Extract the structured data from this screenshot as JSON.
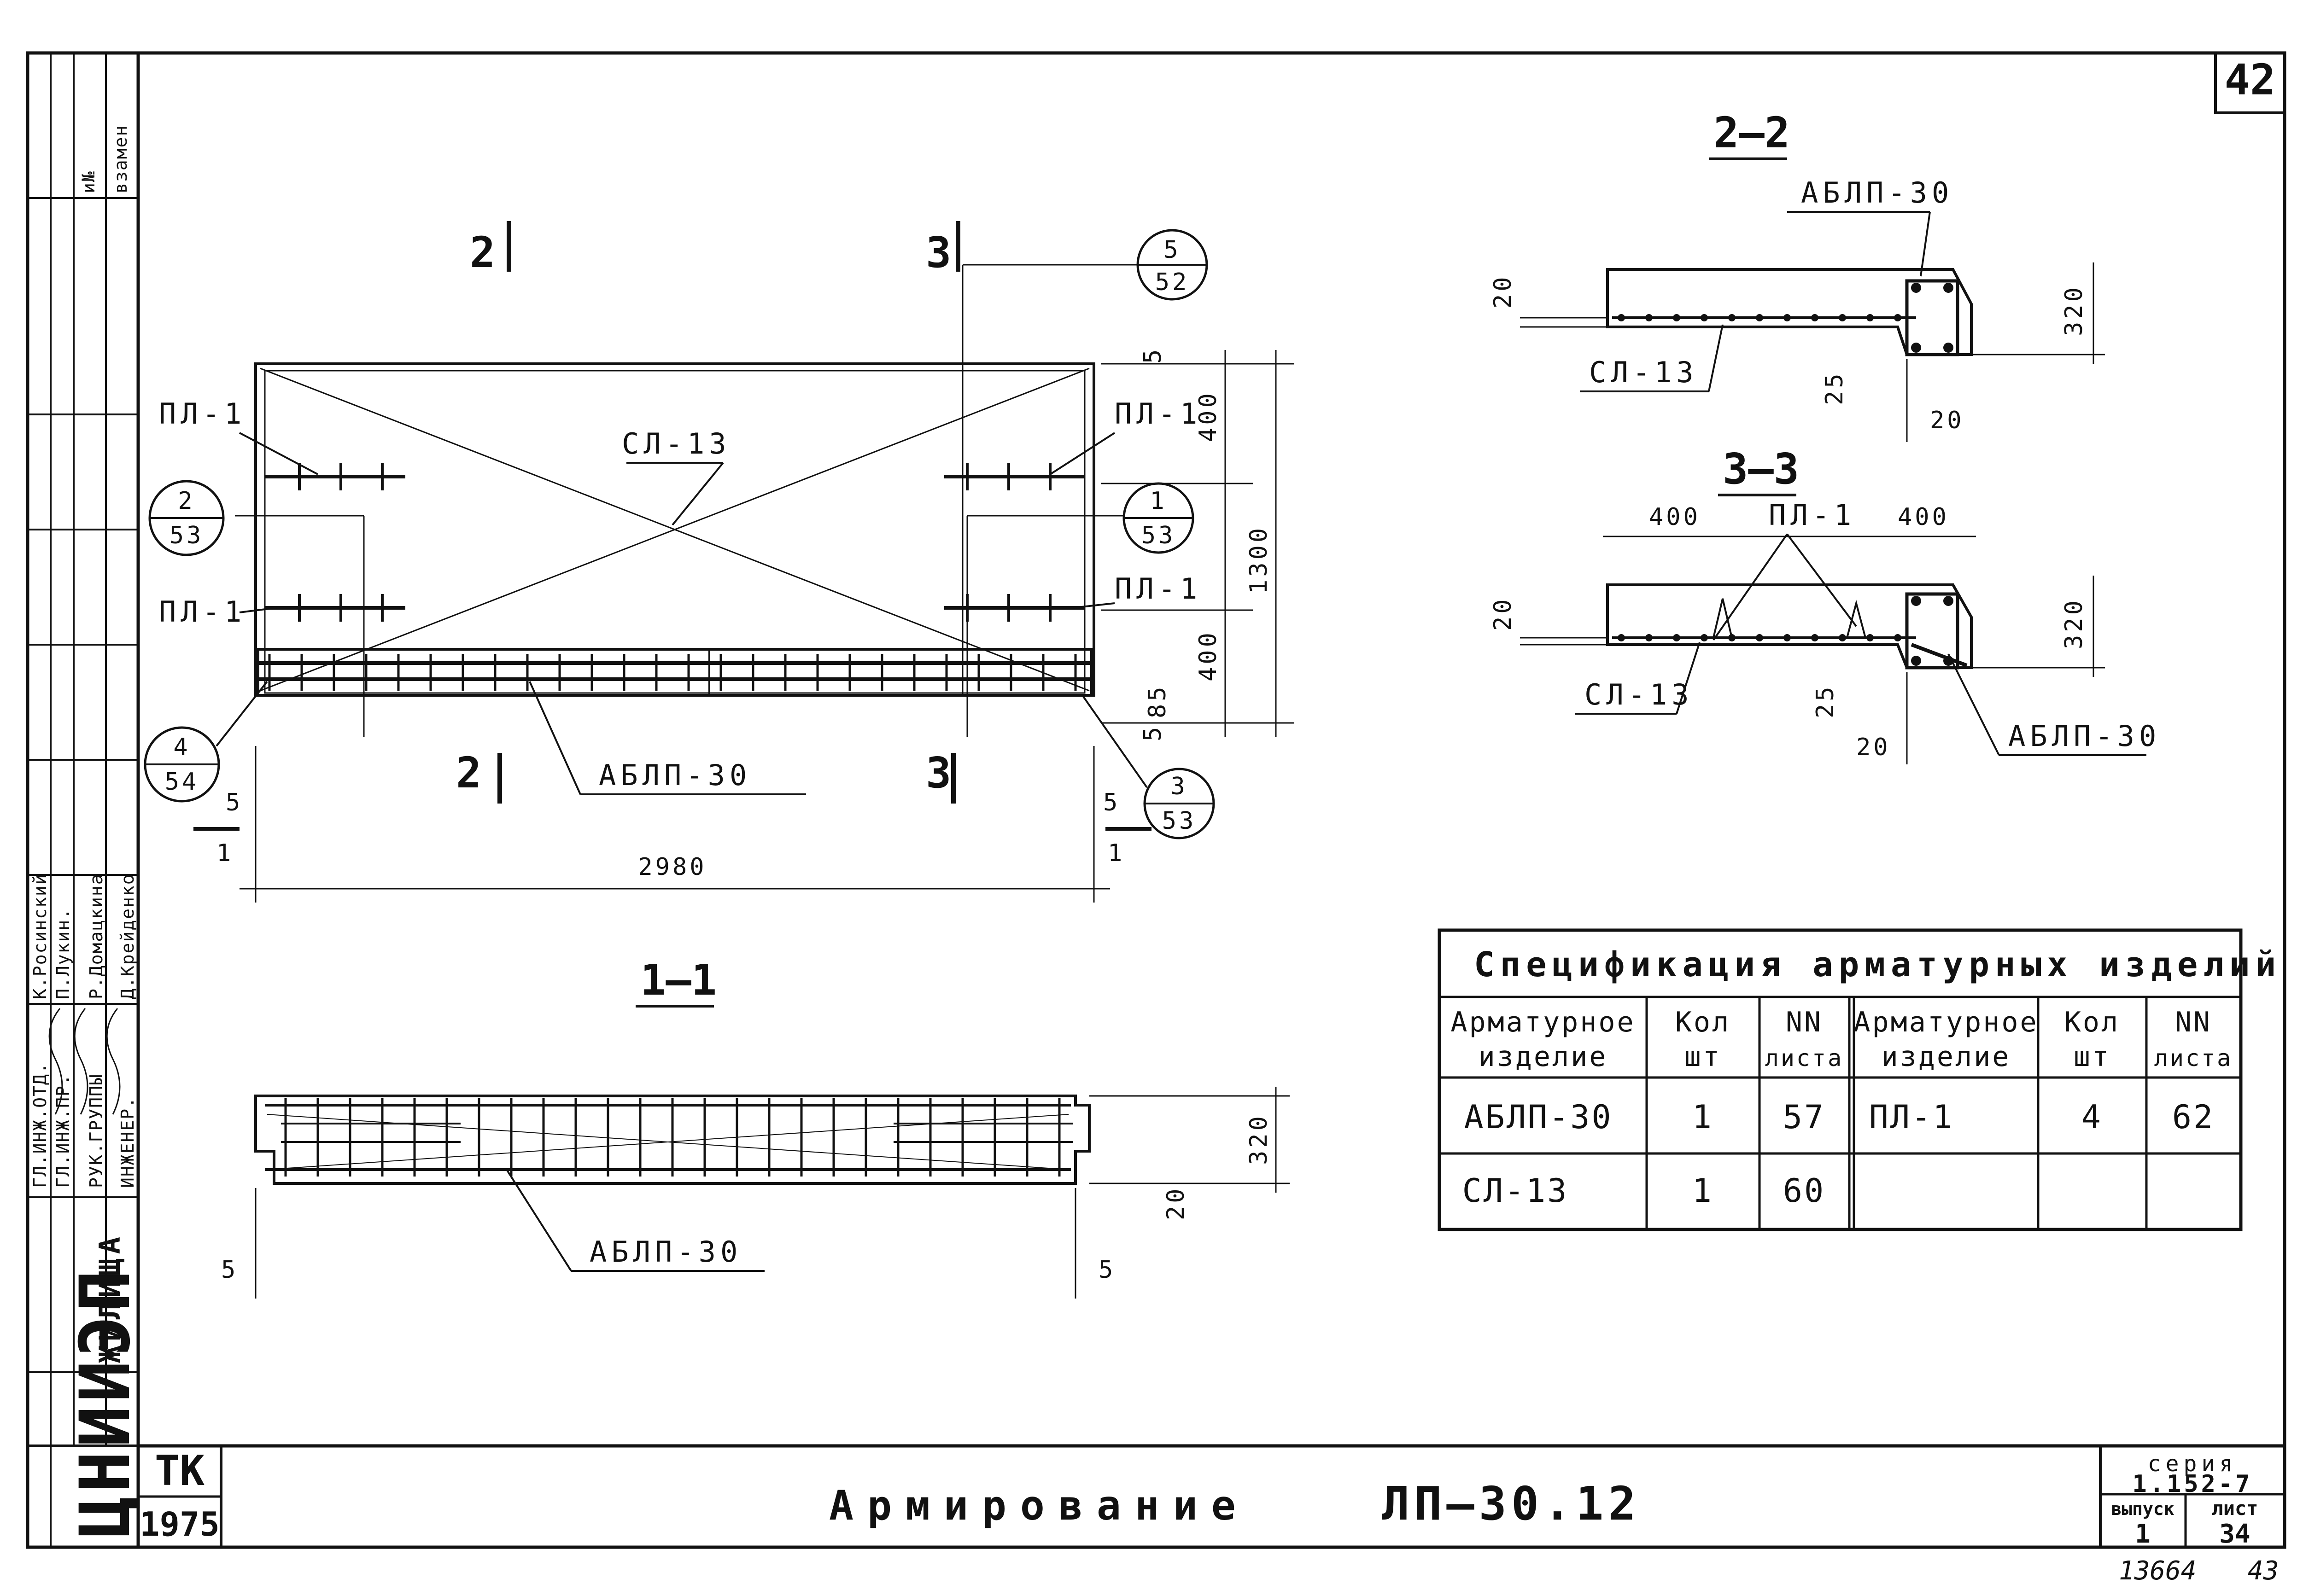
{
  "sheet": {
    "page_number": "42",
    "title": "Армирование",
    "code": "ЛП—30.12",
    "org_block": {
      "tk": "ТК",
      "year": "1975",
      "org": "ЦНИИЭП",
      "org_suffix": "ЖИЛИЩА"
    },
    "series_block": {
      "series_label": "серия",
      "series_value": "1.152-7",
      "issue_label": "выпуск",
      "issue_value": "1",
      "sheet_label": "лист",
      "sheet_value": "34"
    },
    "footer_left": "13664",
    "footer_right": "43",
    "side_stamp": {
      "roles": [
        "ГЛ.ИНЖ.ОТД.",
        "ГЛ.ИНЖ.ПР.",
        "РУК.ГРУППЫ",
        "ИНЖЕНЕР."
      ],
      "names": [
        "К.Росинский",
        "П.Лукин.",
        "Р.Домацкина",
        "Д.Крейденко"
      ],
      "top_labels": [
        "и№",
        "взамен"
      ]
    }
  },
  "plan": {
    "section_marks": [
      "2",
      "3",
      "2",
      "3"
    ],
    "callouts": [
      {
        "top": "5",
        "bottom": "52"
      },
      {
        "top": "2",
        "bottom": "53"
      },
      {
        "top": "1",
        "bottom": "53"
      },
      {
        "top": "4",
        "bottom": "54"
      },
      {
        "top": "3",
        "bottom": "53"
      }
    ],
    "labels": {
      "pl1_top_left": "ПЛ-1",
      "pl1_top_right": "ПЛ-1",
      "pl1_bottom_left": "ПЛ-1",
      "pl1_bottom_right": "ПЛ-1",
      "sa13": "СЛ-13",
      "ablp30": "АБЛП-30"
    },
    "dims": {
      "width": "2980",
      "height": "1300",
      "upper": "400",
      "lower": "400",
      "edge": "85",
      "top_gap": "5",
      "bottom_gap": "5",
      "left_gap": "5",
      "right_gap": "5"
    },
    "cut_marks": [
      "1",
      "1"
    ]
  },
  "section_2_2": {
    "title": "2—2",
    "ablp": "АБЛП-30",
    "sa": "СЛ-13",
    "dims": {
      "left": "20",
      "right": "320",
      "bottom_a": "25",
      "bottom_b": "20"
    }
  },
  "section_3_3": {
    "title": "3—3",
    "pl": "ПЛ-1",
    "sa": "СЛ-13",
    "ablp": "АБЛП-30",
    "dims": {
      "top_left": "400",
      "top_right": "400",
      "left": "20",
      "right": "320",
      "bottom_a": "25",
      "bottom_b": "20"
    }
  },
  "section_1_1": {
    "title": "1—1",
    "ablp": "АБЛП-30",
    "dims": {
      "height": "320",
      "bottom": "20",
      "left": "5",
      "right": "5"
    }
  },
  "spec": {
    "title": "Спецификация арматурных изделий",
    "headers": [
      [
        "Арматурное",
        "изделие"
      ],
      [
        "Кол",
        "шт"
      ],
      [
        "NN",
        "листа"
      ],
      [
        "Арматурное",
        "изделие"
      ],
      [
        "Кол",
        "шт"
      ],
      [
        "NN",
        "листа"
      ]
    ],
    "rows": [
      [
        "АБЛП-30",
        "1",
        "57",
        "ПЛ-1",
        "4",
        "62"
      ],
      [
        "СЛ-13",
        "1",
        "60",
        "",
        "",
        ""
      ]
    ]
  }
}
